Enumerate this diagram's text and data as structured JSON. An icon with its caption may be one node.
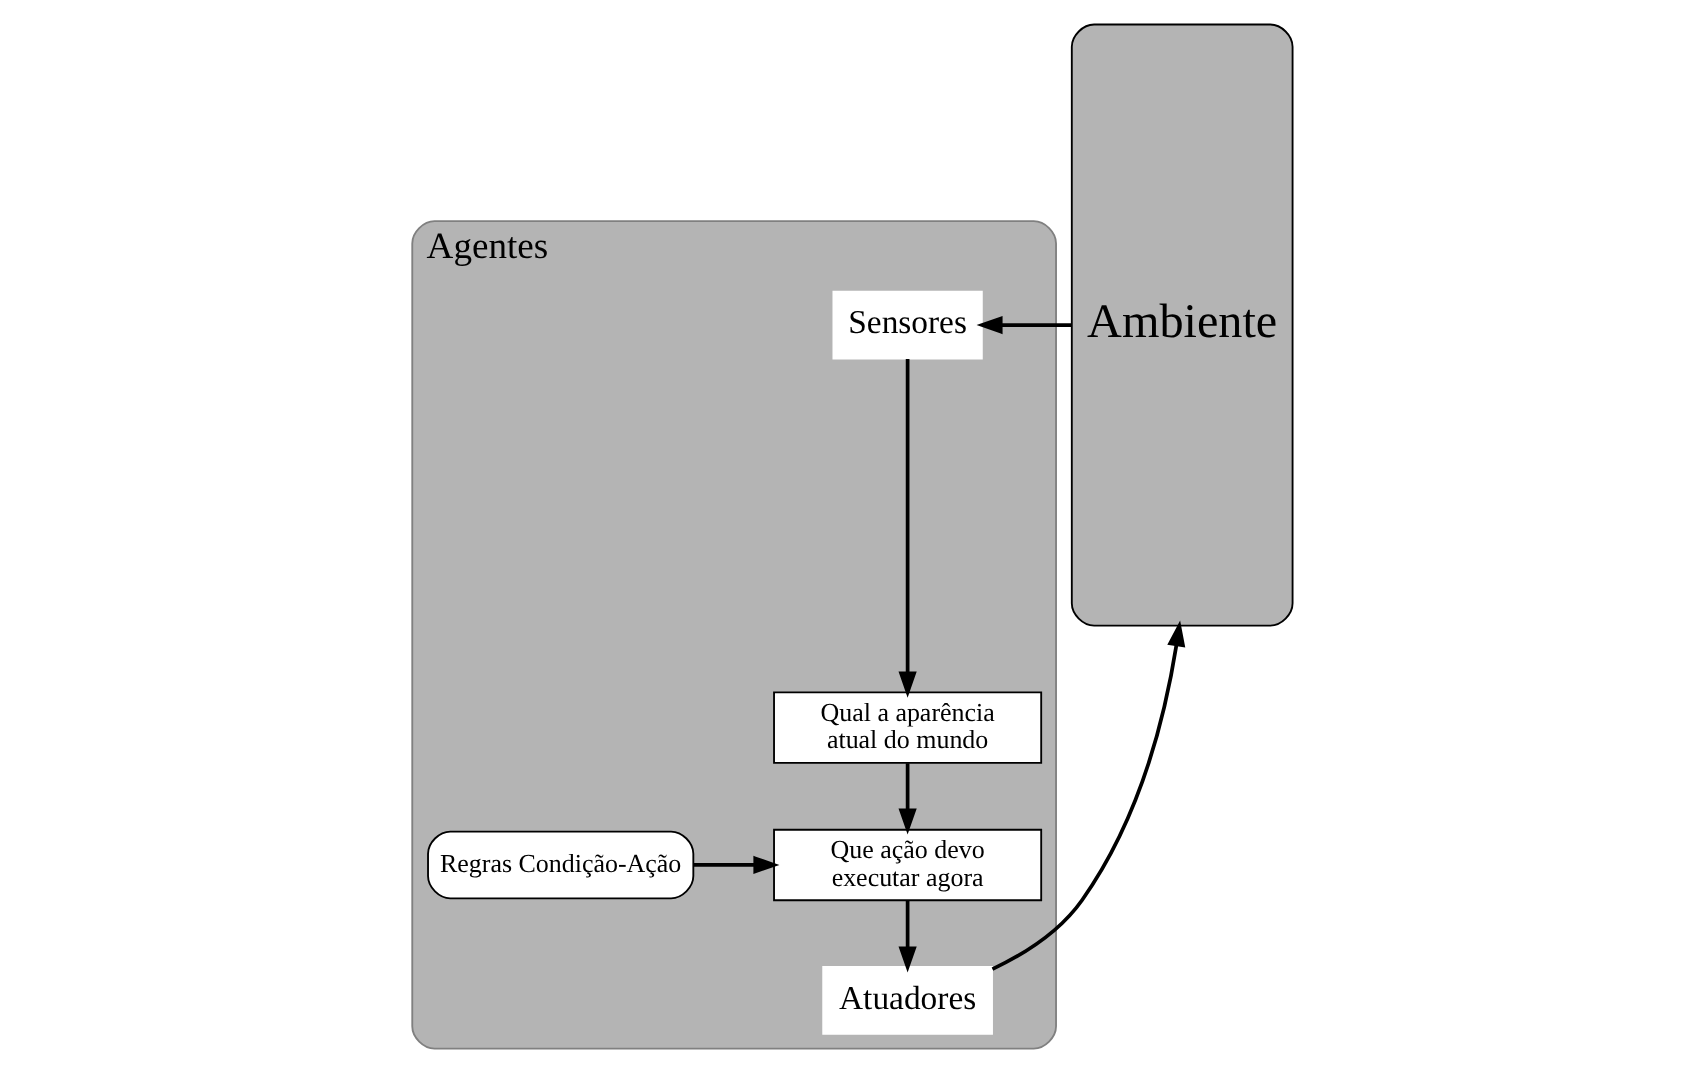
{
  "diagram": {
    "nodes": [
      {
        "text": [
          "Agentes"
        ]
      },
      {
        "text": [
          "Ambiente"
        ]
      },
      {
        "text": [
          "Sensores"
        ],
        "in": 0
      },
      {
        "text": [
          "Qual a aparência atual do mundo"
        ],
        "in": 0
      },
      {
        "text": [
          "Regras Condição-Ação"
        ],
        "in": 0
      },
      {
        "text": [
          "Que ação devo executar agora"
        ],
        "in": 0
      },
      {
        "text": [
          "Atuadores"
        ],
        "in": 0
      }
    ],
    "edges": [
      {
        "from": 1,
        "to": 2,
        "arrow": "to"
      },
      {
        "from": 2,
        "to": 3,
        "arrow": "to"
      },
      {
        "from": 3,
        "to": 5,
        "arrow": "to"
      },
      {
        "from": 4,
        "to": 5,
        "arrow": "to"
      },
      {
        "from": 5,
        "to": 6,
        "arrow": "to"
      },
      {
        "from": 6,
        "to": 1,
        "arrow": "to"
      }
    ]
  }
}
